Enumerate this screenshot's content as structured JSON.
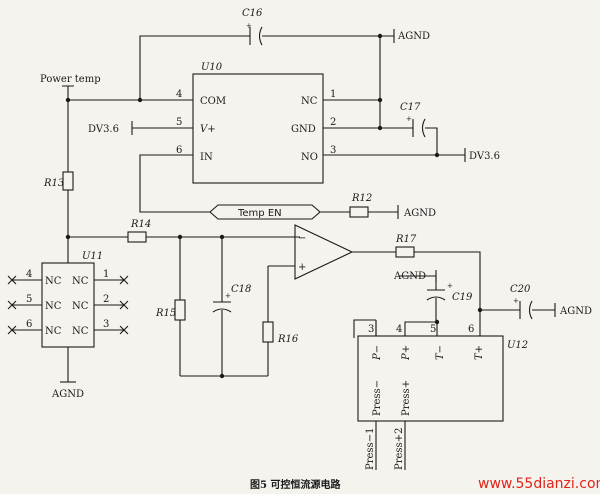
{
  "components": {
    "C16": "C16",
    "C17": "C17",
    "C18": "C18",
    "C19": "C19",
    "C20": "C20",
    "R12": "R12",
    "R13": "R13",
    "R14": "R14",
    "R15": "R15",
    "R16": "R16",
    "R17": "R17"
  },
  "u10": {
    "label": "U10",
    "pin4": "4",
    "pin4_name": "COM",
    "pin5": "5",
    "pin5_name": "V+",
    "pin6": "6",
    "pin6_name": "IN",
    "pin1": "1",
    "pin1_name": "NC",
    "pin2": "2",
    "pin2_name": "GND",
    "pin3": "3",
    "pin3_name": "NO"
  },
  "u11": {
    "label": "U11",
    "pins_left": [
      "4",
      "5",
      "6"
    ],
    "pins_right": [
      "1",
      "2",
      "3"
    ],
    "pin_name": "NC"
  },
  "u12": {
    "label": "U12",
    "pin_numbers": [
      "3",
      "4",
      "5",
      "6"
    ],
    "pin_names": [
      "P−",
      "P+",
      "T−",
      "T+"
    ],
    "bottom_pins": [
      "Press−",
      "Press+"
    ],
    "bottom_wires": [
      "Press−1",
      "Press+2"
    ]
  },
  "nets": {
    "power_temp": "Power temp",
    "agnd": "AGND",
    "dv36": "DV3.6",
    "temp_en": "Temp EN"
  },
  "opamp": {
    "minus": "−",
    "plus": "+"
  },
  "polarity": "+",
  "caption": "图5   可控恒流源电路",
  "watermark": "www.55dianzi.com"
}
